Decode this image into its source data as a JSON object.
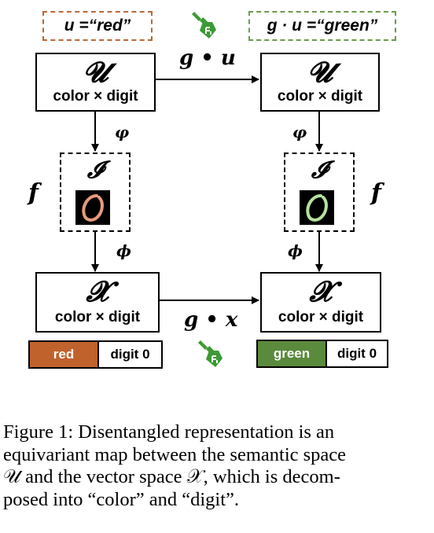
{
  "label_red": "u =“red”",
  "label_green": "g · u =“green”",
  "top_left_box": {
    "symbol": "𝓤",
    "subtitle": "color × digit"
  },
  "top_right_box": {
    "symbol": "𝓤",
    "subtitle": "color × digit"
  },
  "image_left_box": {
    "symbol": "𝓘"
  },
  "image_right_box": {
    "symbol": "𝓘"
  },
  "bottom_left_box": {
    "symbol": "𝓧",
    "subtitle": "color × digit"
  },
  "bottom_right_box": {
    "symbol": "𝓧",
    "subtitle": "color × digit"
  },
  "arrow_labels": {
    "top": "g • u",
    "bottom": "g • x",
    "phi_upper_left": "φ",
    "phi_upper_right": "φ",
    "phi_lower_left": "ϕ",
    "phi_lower_right": "ϕ",
    "f_left": "f",
    "f_right": "f"
  },
  "vector_left": {
    "color": "red",
    "digit": "digit 0",
    "color_hex": "#c0622c"
  },
  "vector_right": {
    "color": "green",
    "digit": "digit 0",
    "color_hex": "#5a8a3c"
  },
  "brush_color": "#3c9a35",
  "icons": [
    "paint-brush-icon",
    "paint-brush-icon"
  ],
  "caption": {
    "line1": "Figure 1: Disentangled representation is an",
    "line2": "equivariant map between the semantic space",
    "line3": "𝒰 and the vector space 𝒳, which is decom-",
    "line4": "posed into “color” and “digit”."
  }
}
